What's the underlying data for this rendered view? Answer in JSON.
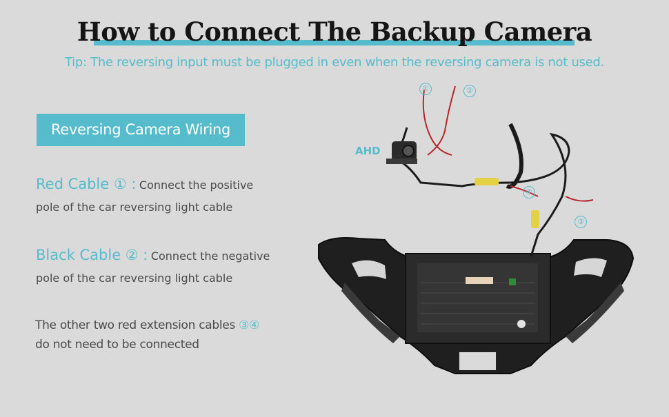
{
  "header": {
    "title": "How to Connect The Backup Camera",
    "tip": "Tip: The reversing input must be plugged in even when the reversing camera is not used."
  },
  "section": {
    "label": "Reversing Camera Wiring"
  },
  "cables": [
    {
      "title": "Red Cable ① :",
      "text_line1": "Connect the positive",
      "text_line2": "pole of the car reversing light cable"
    },
    {
      "title": "Black Cable ② :",
      "text_line1": "Connect the negative",
      "text_line2": "pole of the car reversing light cable"
    }
  ],
  "note": {
    "line1_text": "The other two red extension cables",
    "line1_markers": "③④",
    "line2": "do not need to be connected"
  },
  "diagram": {
    "camera_label": "AHD",
    "markers": [
      "①",
      "②",
      "③",
      "④"
    ]
  },
  "colors": {
    "accent": "#56bccb",
    "background": "#dadada",
    "text": "#4a4a4a",
    "title": "#151515"
  }
}
